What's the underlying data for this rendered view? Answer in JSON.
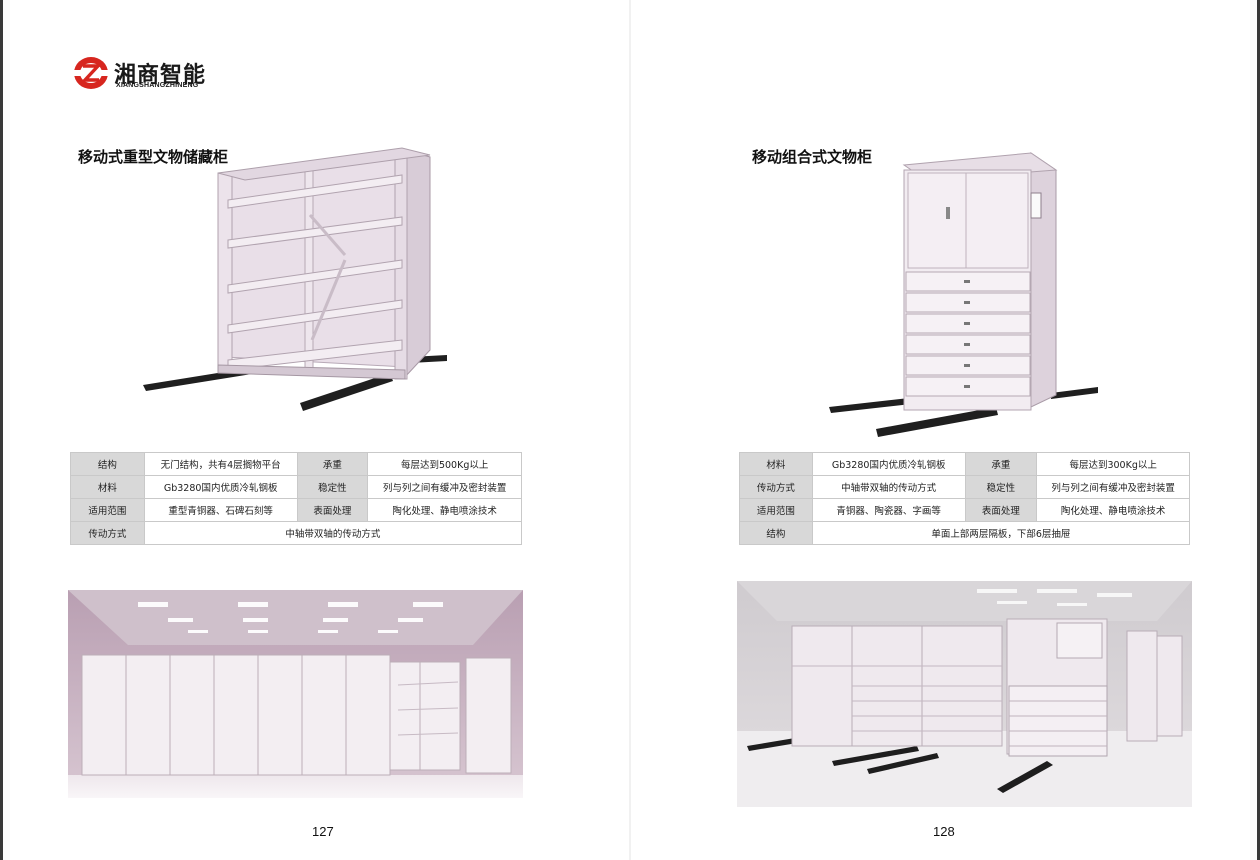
{
  "brand": {
    "name_cn": "湘商智能",
    "name_en": "XIANGSHANGZHINENG",
    "logo_colors": {
      "primary": "#d7261f",
      "text": "#1a1a1a"
    }
  },
  "left_page": {
    "title": "移动式重型文物储藏柜",
    "product_image": "heavy-duty-mobile-shelving-cabinet",
    "specs": [
      {
        "label1": "结构",
        "value1": "无门结构，共有4层搁物平台",
        "label2": "承重",
        "value2": "每层达到500Kg以上"
      },
      {
        "label1": "材料",
        "value1": "Gb3280国内优质冷轧钢板",
        "label2": "稳定性",
        "value2": "列与列之间有缓冲及密封装置"
      },
      {
        "label1": "适用范围",
        "value1": "重型青铜器、石碑石刻等",
        "label2": "表面处理",
        "value2": "陶化处理、静电喷涂技术"
      },
      {
        "label1": "传动方式",
        "value1": "中轴带双轴的传动方式"
      }
    ],
    "photo": "storage-room-closed-cabinets",
    "page_number": "127"
  },
  "right_page": {
    "title": "移动组合式文物柜",
    "product_image": "combination-mobile-cabinet-with-drawers",
    "specs": [
      {
        "label1": "材料",
        "value1": "Gb3280国内优质冷轧钢板",
        "label2": "承重",
        "value2": "每层达到300Kg以上"
      },
      {
        "label1": "传动方式",
        "value1": "中轴带双轴的传动方式",
        "label2": "稳定性",
        "value2": "列与列之间有缓冲及密封装置"
      },
      {
        "label1": "适用范围",
        "value1": "青铜器、陶瓷器、字画等",
        "label2": "表面处理",
        "value2": "陶化处理、静电喷涂技术"
      },
      {
        "label1": "结构",
        "value1": "单面上部两层隔板，下部6层抽屉"
      }
    ],
    "photo": "storage-room-open-drawer-cabinets",
    "page_number": "128"
  }
}
